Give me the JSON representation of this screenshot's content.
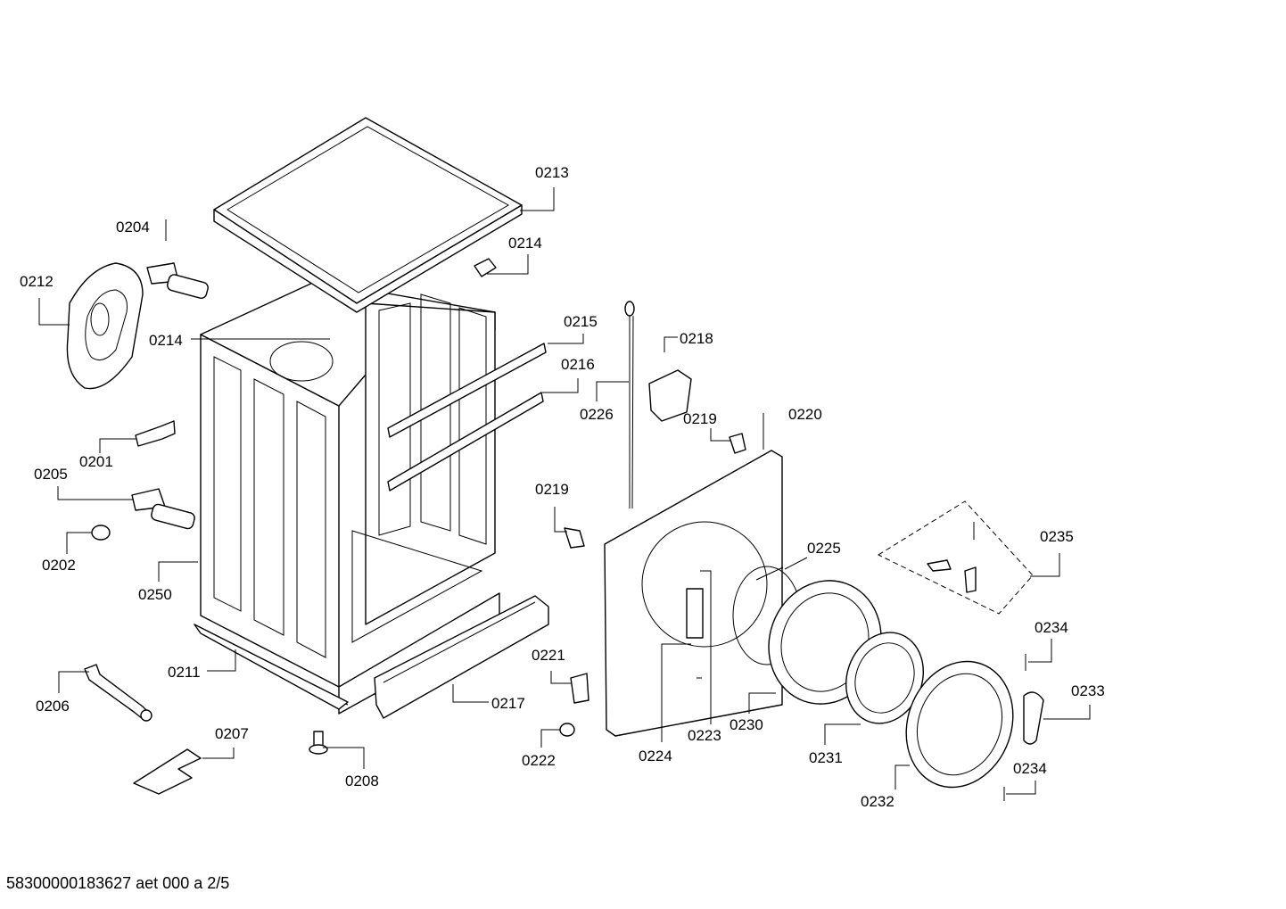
{
  "diagram": {
    "part_labels": {
      "p0201": "0201",
      "p0202": "0202",
      "p0204": "0204",
      "p0205": "0205",
      "p0206": "0206",
      "p0207": "0207",
      "p0208": "0208",
      "p0211": "0211",
      "p0212": "0212",
      "p0213": "0213",
      "p0214a": "0214",
      "p0214b": "0214",
      "p0215": "0215",
      "p0216": "0216",
      "p0217": "0217",
      "p0218": "0218",
      "p0219a": "0219",
      "p0219b": "0219",
      "p0220": "0220",
      "p0221": "0221",
      "p0222": "0222",
      "p0223": "0223",
      "p0224": "0224",
      "p0225": "0225",
      "p0226": "0226",
      "p0230": "0230",
      "p0231": "0231",
      "p0232": "0232",
      "p0233": "0233",
      "p0234a": "0234",
      "p0234b": "0234",
      "p0235": "0235",
      "p0250": "0250"
    }
  },
  "footer": {
    "doc_code": "58300000183627 aet 000 a 2/5"
  }
}
